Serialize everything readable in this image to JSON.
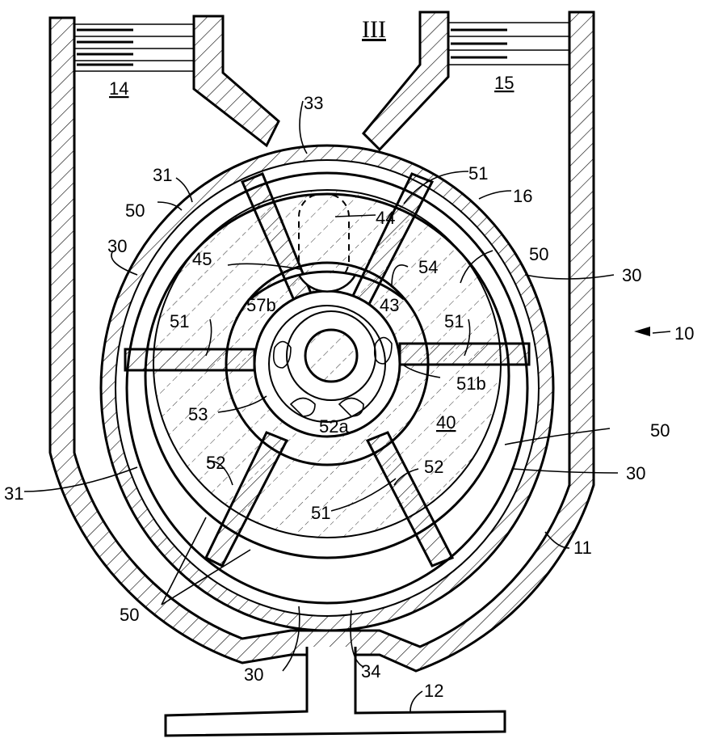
{
  "figure": {
    "view_label": "III",
    "colors": {
      "ink": "#000000",
      "paper": "#ffffff"
    },
    "labels": {
      "port_inlet": "14",
      "port_outlet": "15",
      "inlet_passage": "33",
      "outlet_passage": "34",
      "pump_ref": "10",
      "housing": "11",
      "mount_base": "12",
      "cam_ring_ref": "16",
      "chamber_30": "30",
      "wall_31": "31",
      "pocket_50": "50",
      "vane_51": "51",
      "vane_51b": "51b",
      "vane_52": "52",
      "slot_52a": "52a",
      "ring_53": "53",
      "groove_54": "54",
      "port_57b": "57b",
      "rotor_40": "40",
      "shaft_43": "43",
      "plunger_44": "44",
      "cavity_45": "45"
    }
  }
}
